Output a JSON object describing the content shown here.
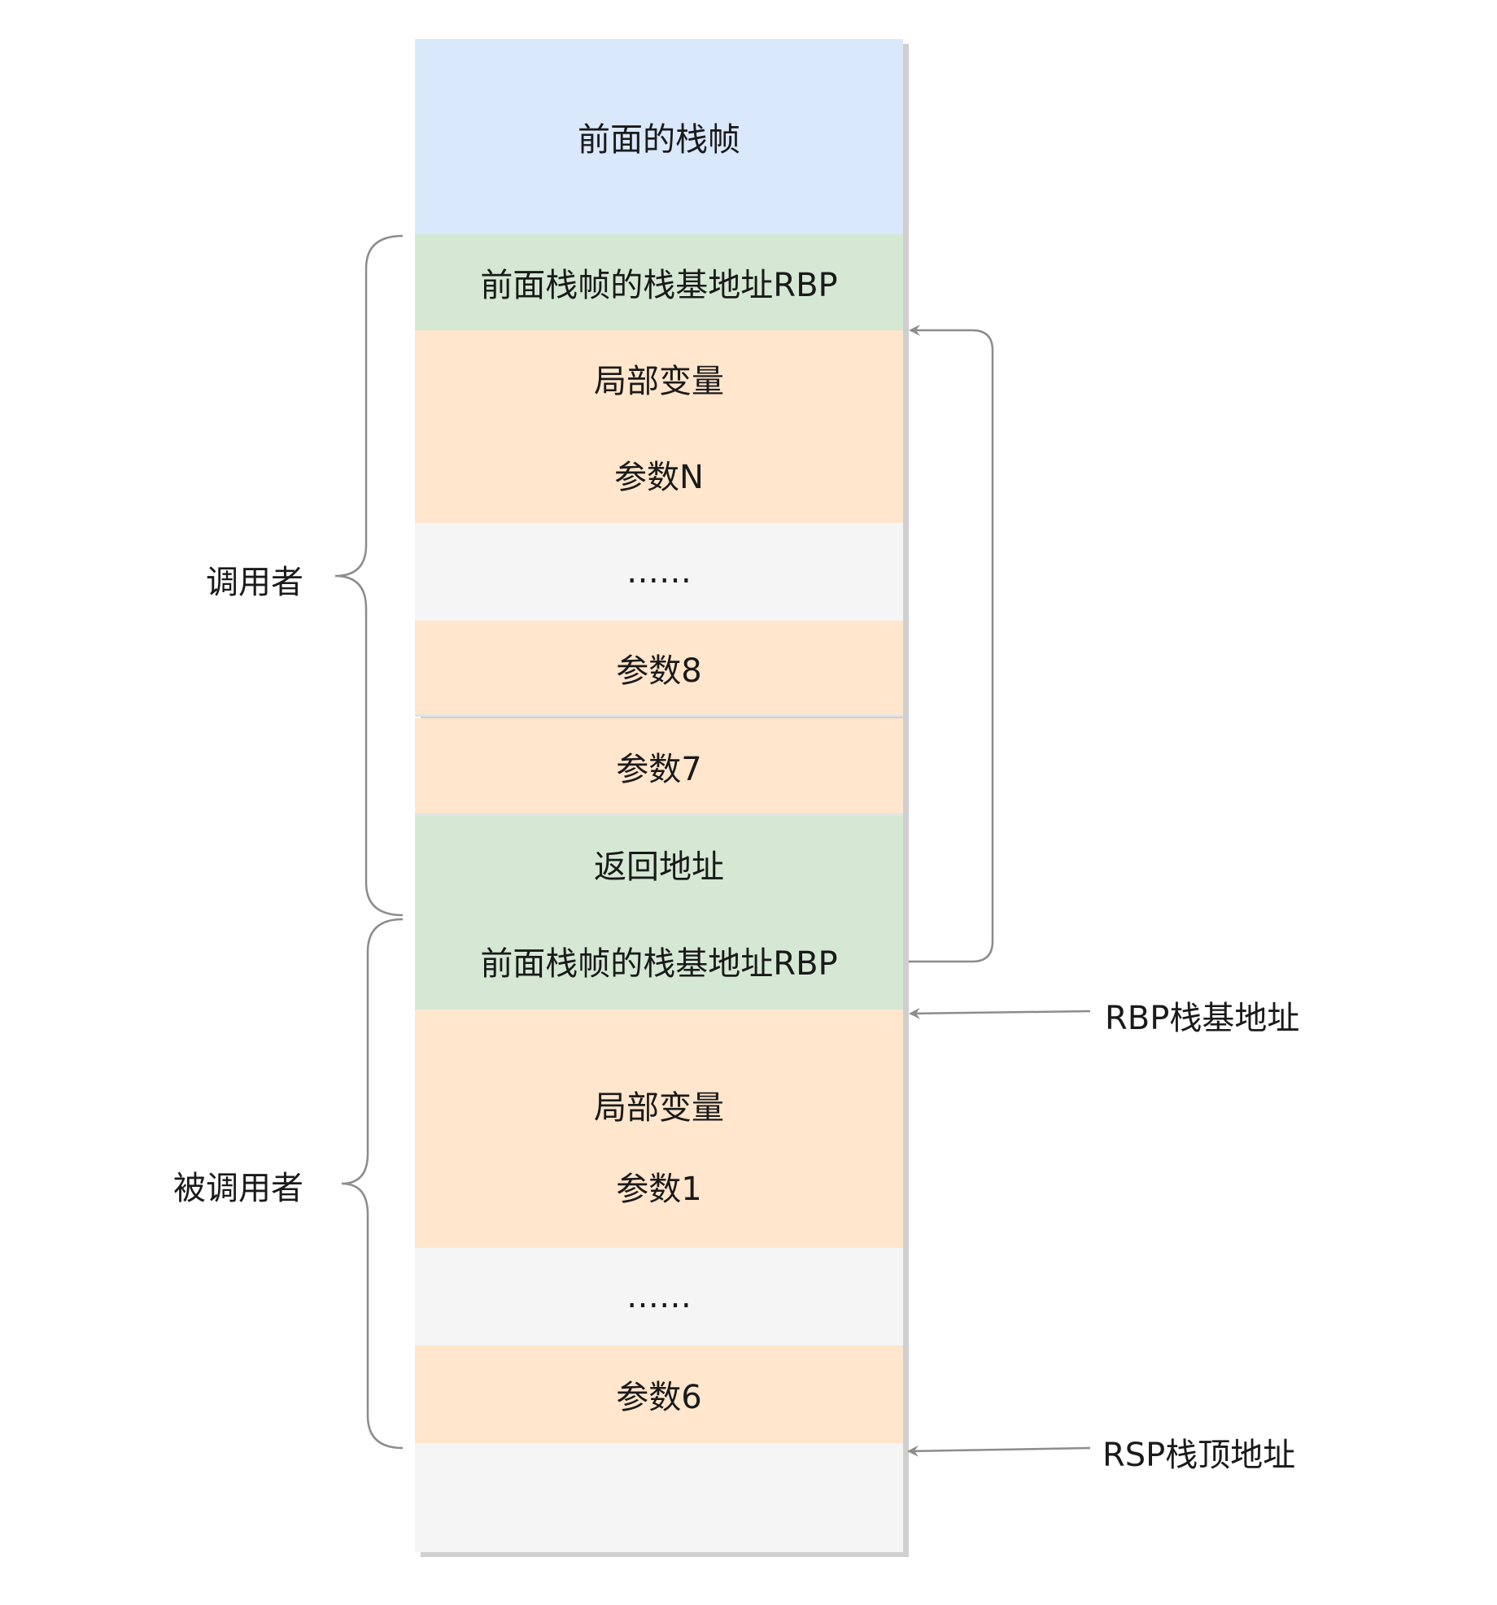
{
  "colors": {
    "blue": "#dae8fc",
    "green": "#d5e8d4",
    "orange": "#ffe6cc",
    "gray": "#f5f5f5",
    "line": "#8c8c8c",
    "text": "#1a1a1a"
  },
  "stack": [
    {
      "id": "prev-frames",
      "text": "前面的栈帧",
      "color": "blue"
    },
    {
      "id": "caller-saved-rbp",
      "text": "前面栈帧的栈基地址RBP",
      "color": "green"
    },
    {
      "id": "caller-locals",
      "text": "局部变量",
      "color": "orange"
    },
    {
      "id": "caller-arg-n",
      "text": "参数N",
      "color": "orange"
    },
    {
      "id": "caller-ellipsis",
      "text": "……",
      "color": "gray"
    },
    {
      "id": "caller-arg-8",
      "text": "参数8",
      "color": "orange"
    },
    {
      "id": "caller-arg-7",
      "text": "参数7",
      "color": "orange"
    },
    {
      "id": "return-address",
      "text": "返回地址",
      "color": "green"
    },
    {
      "id": "callee-saved-rbp",
      "text": "前面栈帧的栈基地址RBP",
      "color": "green"
    },
    {
      "id": "callee-locals",
      "text": "局部变量",
      "color": "orange"
    },
    {
      "id": "callee-arg-1",
      "text": "参数1",
      "color": "orange"
    },
    {
      "id": "callee-ellipsis",
      "text": "……",
      "color": "gray"
    },
    {
      "id": "callee-arg-6",
      "text": "参数6",
      "color": "orange"
    },
    {
      "id": "free-space",
      "text": "",
      "color": "gray"
    }
  ],
  "groups": {
    "caller": "调用者",
    "callee": "被调用者"
  },
  "pointers": {
    "rbp": "RBP栈基地址",
    "rsp": "RSP栈顶地址"
  }
}
